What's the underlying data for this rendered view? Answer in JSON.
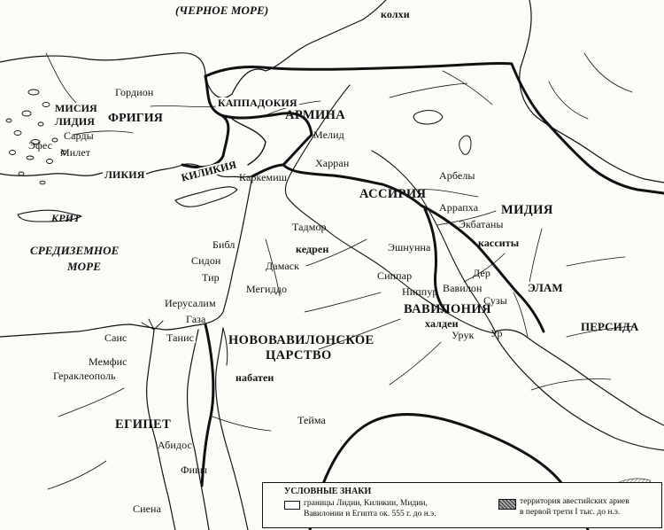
{
  "map": {
    "labels": {
      "black_sea": "(ЧЕРНОЕ МОРЕ)",
      "kolkhi": "колхи",
      "kappadokiya": "КАППАДОКИЯ",
      "armina": "АРМИНА",
      "melid": "Мелид",
      "gordion": "Гордион",
      "misiya": "МИСИЯ",
      "lidiya": "ЛИДИЯ",
      "frigiya": "ФРИГИЯ",
      "sardy": "Сарды",
      "efes": "Эфес",
      "milet": "Милет",
      "likiya": "ЛИКИЯ",
      "kilikiya": "КИЛИКИЯ",
      "karkemish": "Каркемиш",
      "kharran": "Харран",
      "arbely": "Арбелы",
      "assiriya": "АССИРИЯ",
      "arrapkha": "Аррапха",
      "midiya": "МИДИЯ",
      "ekbatany": "Экбатаны",
      "kassity": "касситы",
      "krit": "КРИТ",
      "tadmor": "Тадмор",
      "kedren": "кедрен",
      "eshnunna": "Эшнунна",
      "mediterranean_1": "СРЕДИЗЕМНОЕ",
      "mediterranean_2": "МОРЕ",
      "bibl": "Библ",
      "sidon": "Сидон",
      "damask": "Дамаск",
      "tir": "Тир",
      "megiddo": "Мегиддо",
      "sippar": "Сиппар",
      "der": "Дер",
      "nippur": "Ниппур",
      "vavilon": "Вавилон",
      "elam": "ЭЛАМ",
      "suzy": "Сузы",
      "ierusalim": "Иерусалим",
      "gaza": "Газа",
      "vaviloniya": "ВАВИЛОНИЯ",
      "khaldei": "халдеи",
      "uruk": "Урук",
      "ur": "Ур",
      "persida": "ПЕРСИДА",
      "sais": "Саис",
      "tanis": "Танис",
      "neobab_1": "НОВОВАВИЛОНСКОЕ",
      "neobab_2": "ЦАРСТВО",
      "memfis": "Мемфис",
      "gerakleopol": "Гераклеополь",
      "nabateni": "набатеи",
      "teima": "Тейма",
      "egipet": "ЕГИПЕТ",
      "abidos": "Абидос",
      "fivy": "Фивы",
      "siena": "Сиена"
    }
  },
  "legend": {
    "title": "УСЛОВНЫЕ ЗНАКИ",
    "item1_line1": "границы Лидии, Киликии, Мидии,",
    "item1_line2": "Вавилонии и Египта ок. 555 г. до н.э.",
    "item2_line1": "территория авестийских ариев",
    "item2_line2": "в первой трети I тыс. до н.э."
  }
}
